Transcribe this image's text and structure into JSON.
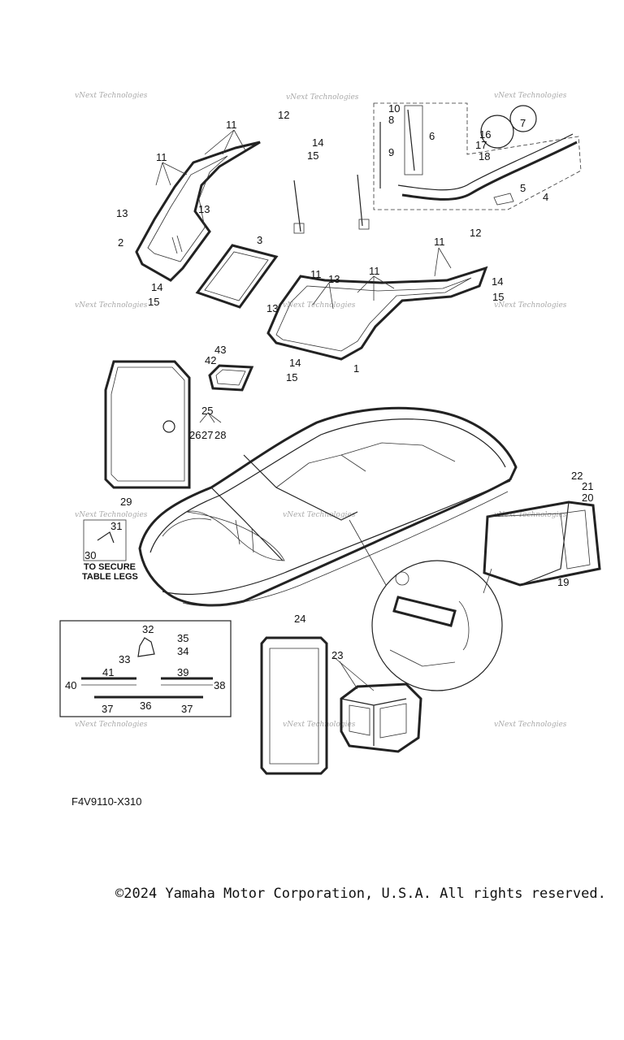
{
  "diagram": {
    "code": "F4V9110-X310",
    "copyright": "©2024 Yamaha Motor Corporation, U.S.A. All rights reserved.",
    "watermark": "vNext Technologies",
    "note_lines": [
      "TO SECURE",
      "TABLE LEGS"
    ],
    "callouts": [
      "1",
      "2",
      "3",
      "4",
      "5",
      "6",
      "7",
      "8",
      "9",
      "10",
      "11",
      "12",
      "13",
      "14",
      "15",
      "16",
      "17",
      "18",
      "19",
      "20",
      "21",
      "22",
      "23",
      "24",
      "25",
      "26",
      "27",
      "28",
      "29",
      "30",
      "31",
      "32",
      "33",
      "34",
      "35",
      "36",
      "37",
      "38",
      "39",
      "40",
      "41",
      "42",
      "43"
    ]
  }
}
